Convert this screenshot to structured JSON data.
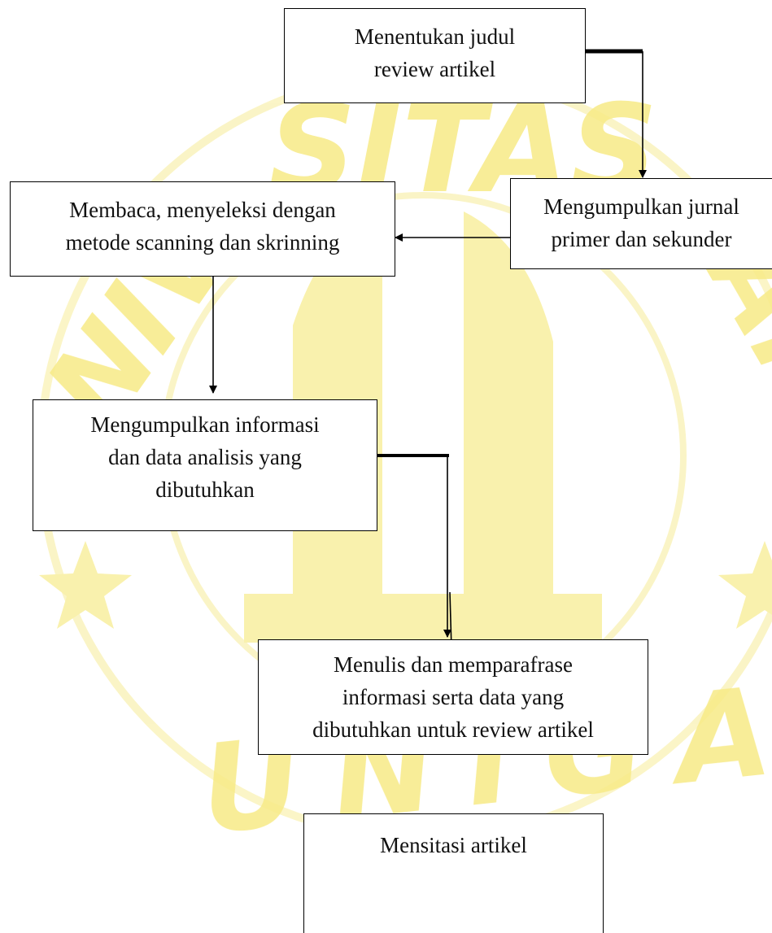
{
  "flowchart": {
    "steps": [
      {
        "lines": [
          "Menentukan judul",
          "review artikel"
        ]
      },
      {
        "lines": [
          "Mengumpulkan jurnal",
          "primer dan sekunder"
        ]
      },
      {
        "lines": [
          "Membaca, menyeleksi dengan",
          "metode scanning dan skrinning"
        ]
      },
      {
        "lines": [
          "Mengumpulkan informasi",
          "dan data analisis  yang",
          "dibutuhkan"
        ]
      },
      {
        "lines": [
          "Menulis dan memparafrase",
          "informasi serta data yang",
          "dibutuhkan untuk review artikel"
        ]
      },
      {
        "lines": [
          "Mensitasi artikel"
        ]
      }
    ]
  },
  "watermark": {
    "arc_top": "SITAS",
    "arc_left": "NIV",
    "arc_right": "ARU",
    "bottom_text": "UNIGA",
    "color": "#f7ea86"
  },
  "colors": {
    "line": "#000000",
    "box_border": "#000000"
  }
}
